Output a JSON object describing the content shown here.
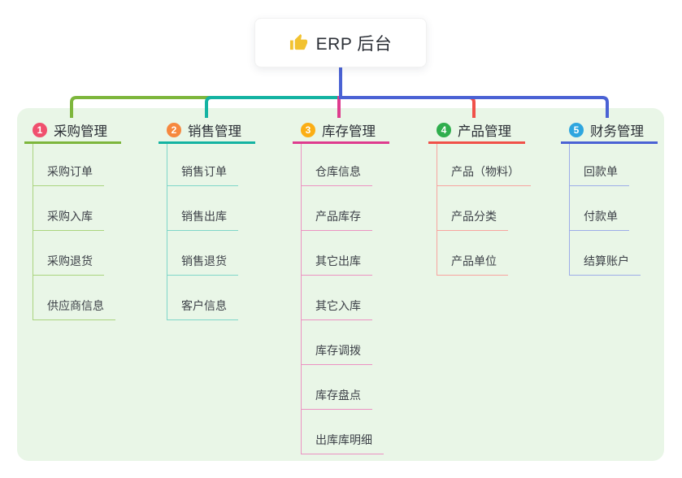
{
  "root": {
    "title": "ERP 后台",
    "icon": "thumbs-up-icon",
    "icon_color": "#f2c230"
  },
  "branches": [
    {
      "num": "1",
      "label": "采购管理",
      "badge_color": "#f0506e",
      "line_color": "#7db63c",
      "sub_line_color": "#aad47e",
      "items": [
        "采购订单",
        "采购入库",
        "采购退货",
        "供应商信息"
      ]
    },
    {
      "num": "2",
      "label": "销售管理",
      "badge_color": "#f6883f",
      "line_color": "#14b3a2",
      "sub_line_color": "#7fd6c9",
      "items": [
        "销售订单",
        "销售出库",
        "销售退货",
        "客户信息"
      ]
    },
    {
      "num": "3",
      "label": "库存管理",
      "badge_color": "#fbae15",
      "line_color": "#de3c8e",
      "sub_line_color": "#ec92c2",
      "items": [
        "仓库信息",
        "产品库存",
        "其它出库",
        "其它入库",
        "库存调拨",
        "库存盘点",
        "出库库明细"
      ]
    },
    {
      "num": "4",
      "label": "产品管理",
      "badge_color": "#2fae4d",
      "line_color": "#f05149",
      "sub_line_color": "#f8a49f",
      "items": [
        "产品（物料）",
        "产品分类",
        "产品单位"
      ]
    },
    {
      "num": "5",
      "label": "财务管理",
      "badge_color": "#2ea6df",
      "line_color": "#4a62d4",
      "sub_line_color": "#9dade8",
      "items": [
        "回款单",
        "付款单",
        "结算账户"
      ]
    }
  ],
  "colors": {
    "page_background": "#ffffff",
    "panel_background": "#e9f6e7",
    "root_connector": "#4a62d4",
    "text_dark": "#2b2f36",
    "text_item": "#3d4148"
  }
}
